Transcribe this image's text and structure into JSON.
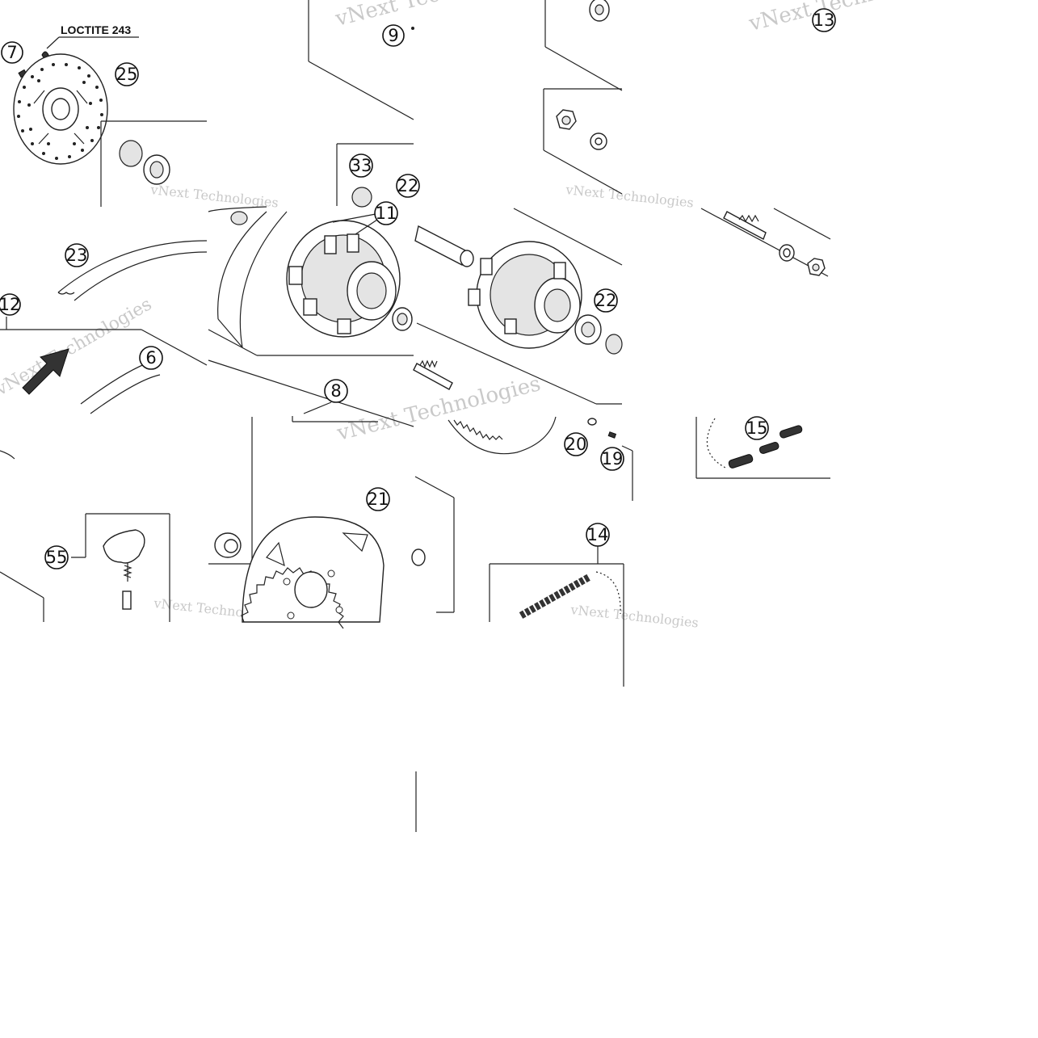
{
  "diagram": {
    "note": "LOCTITE 243",
    "callouts": [
      "7",
      "25",
      "9",
      "13",
      "33",
      "22",
      "11",
      "23",
      "12",
      "6",
      "8",
      "22",
      "20",
      "19",
      "15",
      "55",
      "21",
      "14"
    ],
    "watermark": [
      "vNext Technologies"
    ],
    "colors": {
      "ink": "#222222",
      "watermark": "#c9c9c9",
      "background": "#ffffff"
    }
  }
}
